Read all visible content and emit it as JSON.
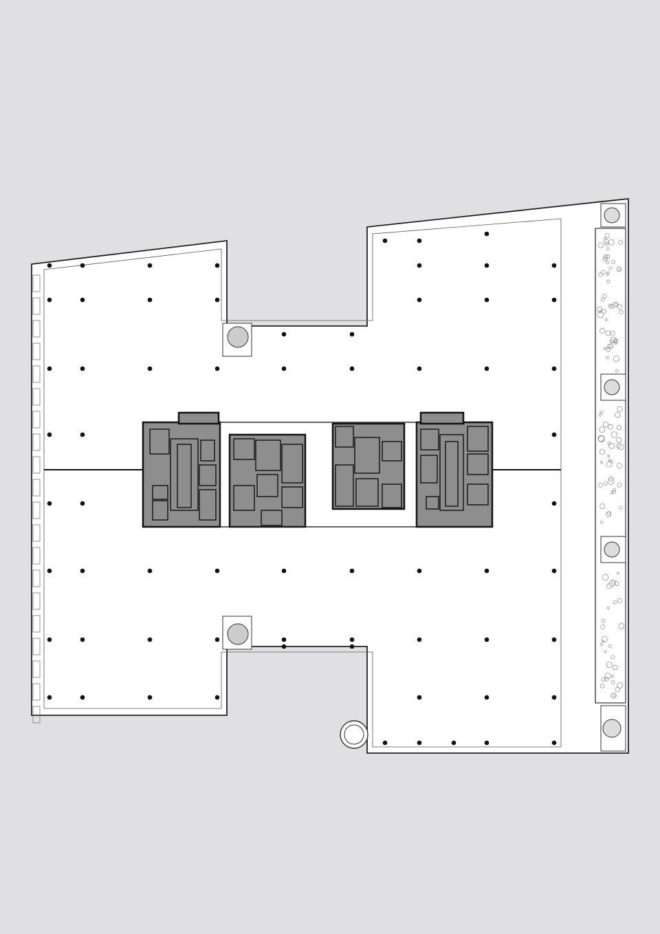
{
  "drawing": {
    "type": "architectural floor plan",
    "colors": {
      "background": "#e0e0e2",
      "floor": "#ffffff",
      "core": "#8e8e8e",
      "lines": "#222222",
      "columns": "#111111",
      "planting": "#8a8a8a"
    },
    "elements": [
      "floor-slab",
      "structural-column-grid",
      "service-cores",
      "stair-cores",
      "shaft-circles",
      "planter-strip",
      "facade-mullions",
      "central-partition-line"
    ],
    "columns_count": 75,
    "service_cores_count": 4
  }
}
